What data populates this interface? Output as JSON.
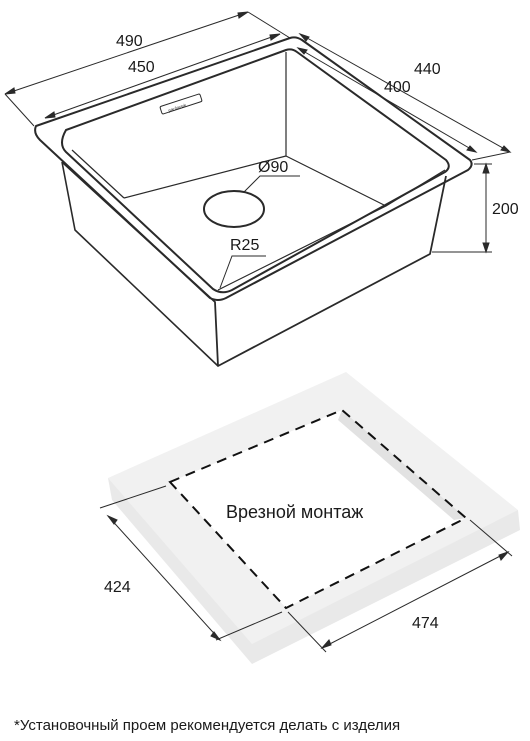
{
  "sink": {
    "dims": {
      "outer_width": "490",
      "inner_width": "450",
      "outer_depth": "440",
      "inner_depth": "400",
      "height": "200",
      "drain": "Ø90",
      "radius": "R25"
    },
    "logo_text": "paulmark"
  },
  "cutout": {
    "label": "Врезной монтаж",
    "side_dim": "424",
    "bottom_dim": "474"
  },
  "footnote": "*Установочный проем рекомендуется делать с изделия"
}
